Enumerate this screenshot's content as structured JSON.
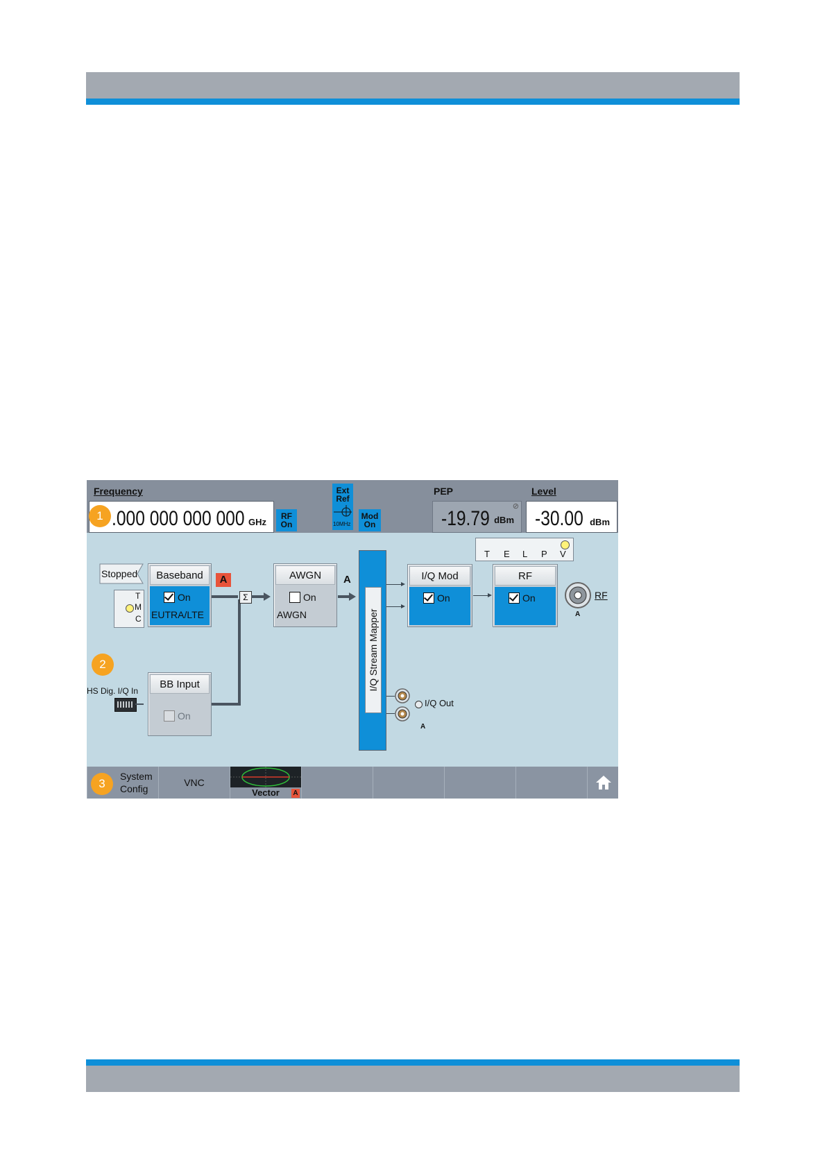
{
  "frequency": {
    "label": "Frequency",
    "value": ".000 000 000 000",
    "unit": "GHz"
  },
  "rf_status": {
    "line1": "RF",
    "line2": "On"
  },
  "ext_ref": {
    "line1": "Ext",
    "line2": "Ref",
    "sub": "10MHz"
  },
  "mod_status": {
    "line1": "Mod",
    "line2": "On"
  },
  "pep": {
    "label": "PEP",
    "value": "-19.79",
    "unit": "dBm"
  },
  "level": {
    "label": "Level",
    "value": "-30.00",
    "unit": "dBm"
  },
  "telpv": {
    "letters": [
      "T",
      "E",
      "L",
      "P",
      "V"
    ]
  },
  "stopped": "Stopped",
  "tmc": [
    "T",
    "M",
    "C"
  ],
  "baseband": {
    "title": "Baseband",
    "state": "On",
    "standard": "EUTRA/LTE",
    "path_badge": "A"
  },
  "sum_symbol": "Σ",
  "awgn": {
    "title": "AWGN",
    "state": "On",
    "label": "AWGN"
  },
  "path_label": "A",
  "stream_mapper": "I/Q Stream Mapper",
  "iq_mod": {
    "title": "I/Q Mod",
    "state": "On"
  },
  "rf": {
    "title": "RF",
    "state": "On",
    "connector_label": "RF",
    "path": "A"
  },
  "hs_dig": "HS Dig. I/Q In",
  "bb_input": {
    "title": "BB Input",
    "state": "On"
  },
  "iq_out": {
    "label": "I/Q Out",
    "path": "A"
  },
  "badges": {
    "one": "1",
    "two": "2",
    "three": "3"
  },
  "taskbar": {
    "system_config_line1": "System",
    "system_config_line2": "Config",
    "vnc": "VNC",
    "vector": "Vector",
    "vector_badge": "A"
  },
  "colors": {
    "accent_blue": "#0f8fd8",
    "diagram_bg": "#c2d9e3",
    "header_grey": "#868f9c",
    "badge_orange": "#f6a321",
    "path_badge_red": "#e8533a"
  },
  "icons": [
    "home-icon",
    "rf-connector-icon",
    "iq-out-connector-icon",
    "hs-dig-connector-icon",
    "sum-icon"
  ]
}
